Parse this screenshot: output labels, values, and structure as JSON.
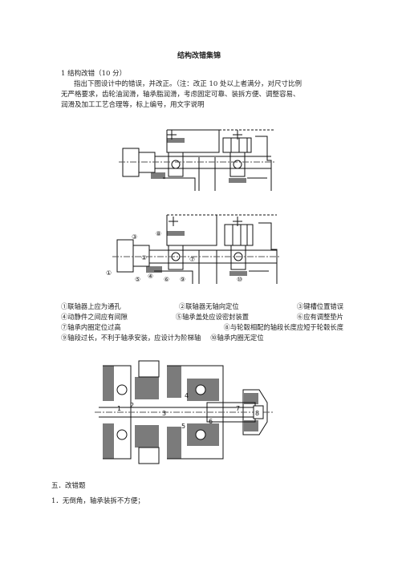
{
  "title": "结构改错集锦",
  "section1": {
    "heading": "1 结构改错（10 分）",
    "instructions": [
      "指出下图设计中的错误，并改正。（注：改正 10 处以上者满分，对尺寸比例",
      "无严格要求，齿轮油润滑，轴承脂润滑，考虑固定可靠、装拆方便、调整容易、",
      "润滑及加工工艺合理等，标上编号，用文字说明"
    ]
  },
  "figure2_markers": [
    "①",
    "②",
    "③",
    "④",
    "⑤",
    "⑥",
    "⑦",
    "⑧",
    "⑨",
    "⑩"
  ],
  "figure3_markers": [
    "1",
    "2",
    "3",
    "4",
    "5",
    "6",
    "7",
    "8"
  ],
  "errors": [
    [
      "①联轴器上应为通孔",
      "②联轴器无轴向定位",
      "③键槽位置错误"
    ],
    [
      "④动静件之间应有间隙",
      "⑤轴承盖处应设密封装置",
      "⑥应有调整垫片"
    ],
    [
      "⑦轴承内圈定位过高",
      "⑧与轮毂相配的轴段长度应短于轮毂长度"
    ],
    [
      "⑨轴段过长，不利于轴承安装，应设计为阶梯轴",
      "⑩轴承内圈无定位"
    ]
  ],
  "section5": {
    "heading": "五．改错题",
    "item1": "1．无倒角，轴承装拆不方便；"
  }
}
